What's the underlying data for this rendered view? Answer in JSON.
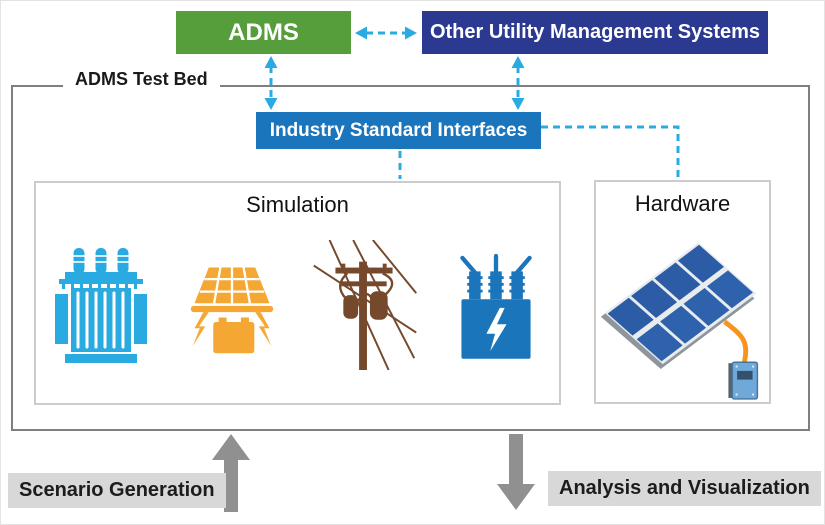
{
  "diagram_title": "ADMS Test Bed",
  "top": {
    "adms_label": "ADMS",
    "other_label": "Other Utility Management Systems"
  },
  "testbed": {
    "label": "ADMS Test Bed"
  },
  "interfaces": {
    "label": "Industry Standard Interfaces"
  },
  "simulation": {
    "title": "Simulation",
    "icons": [
      {
        "name": "transformer-icon",
        "color": "#29ABE2"
      },
      {
        "name": "solar-battery-icon",
        "color": "#F5A733"
      },
      {
        "name": "utility-pole-icon",
        "color": "#76492C"
      },
      {
        "name": "substation-transformer-icon",
        "color": "#1B75BB"
      }
    ]
  },
  "hardware": {
    "title": "Hardware",
    "icon": "solar-array-icon"
  },
  "bottom": {
    "scenario_label": "Scenario Generation",
    "analysis_label": "Analysis and Visualization"
  },
  "colors": {
    "adms_green": "#569E3C",
    "other_navy": "#2B3990",
    "interface_blue": "#1B75BC",
    "connector_cyan": "#29ABE2",
    "flow_arrow_gray": "#909090",
    "label_background": "#D8D8D8",
    "testbed_border": "#7F7F7F",
    "panel_border": "#CCCCCC"
  }
}
